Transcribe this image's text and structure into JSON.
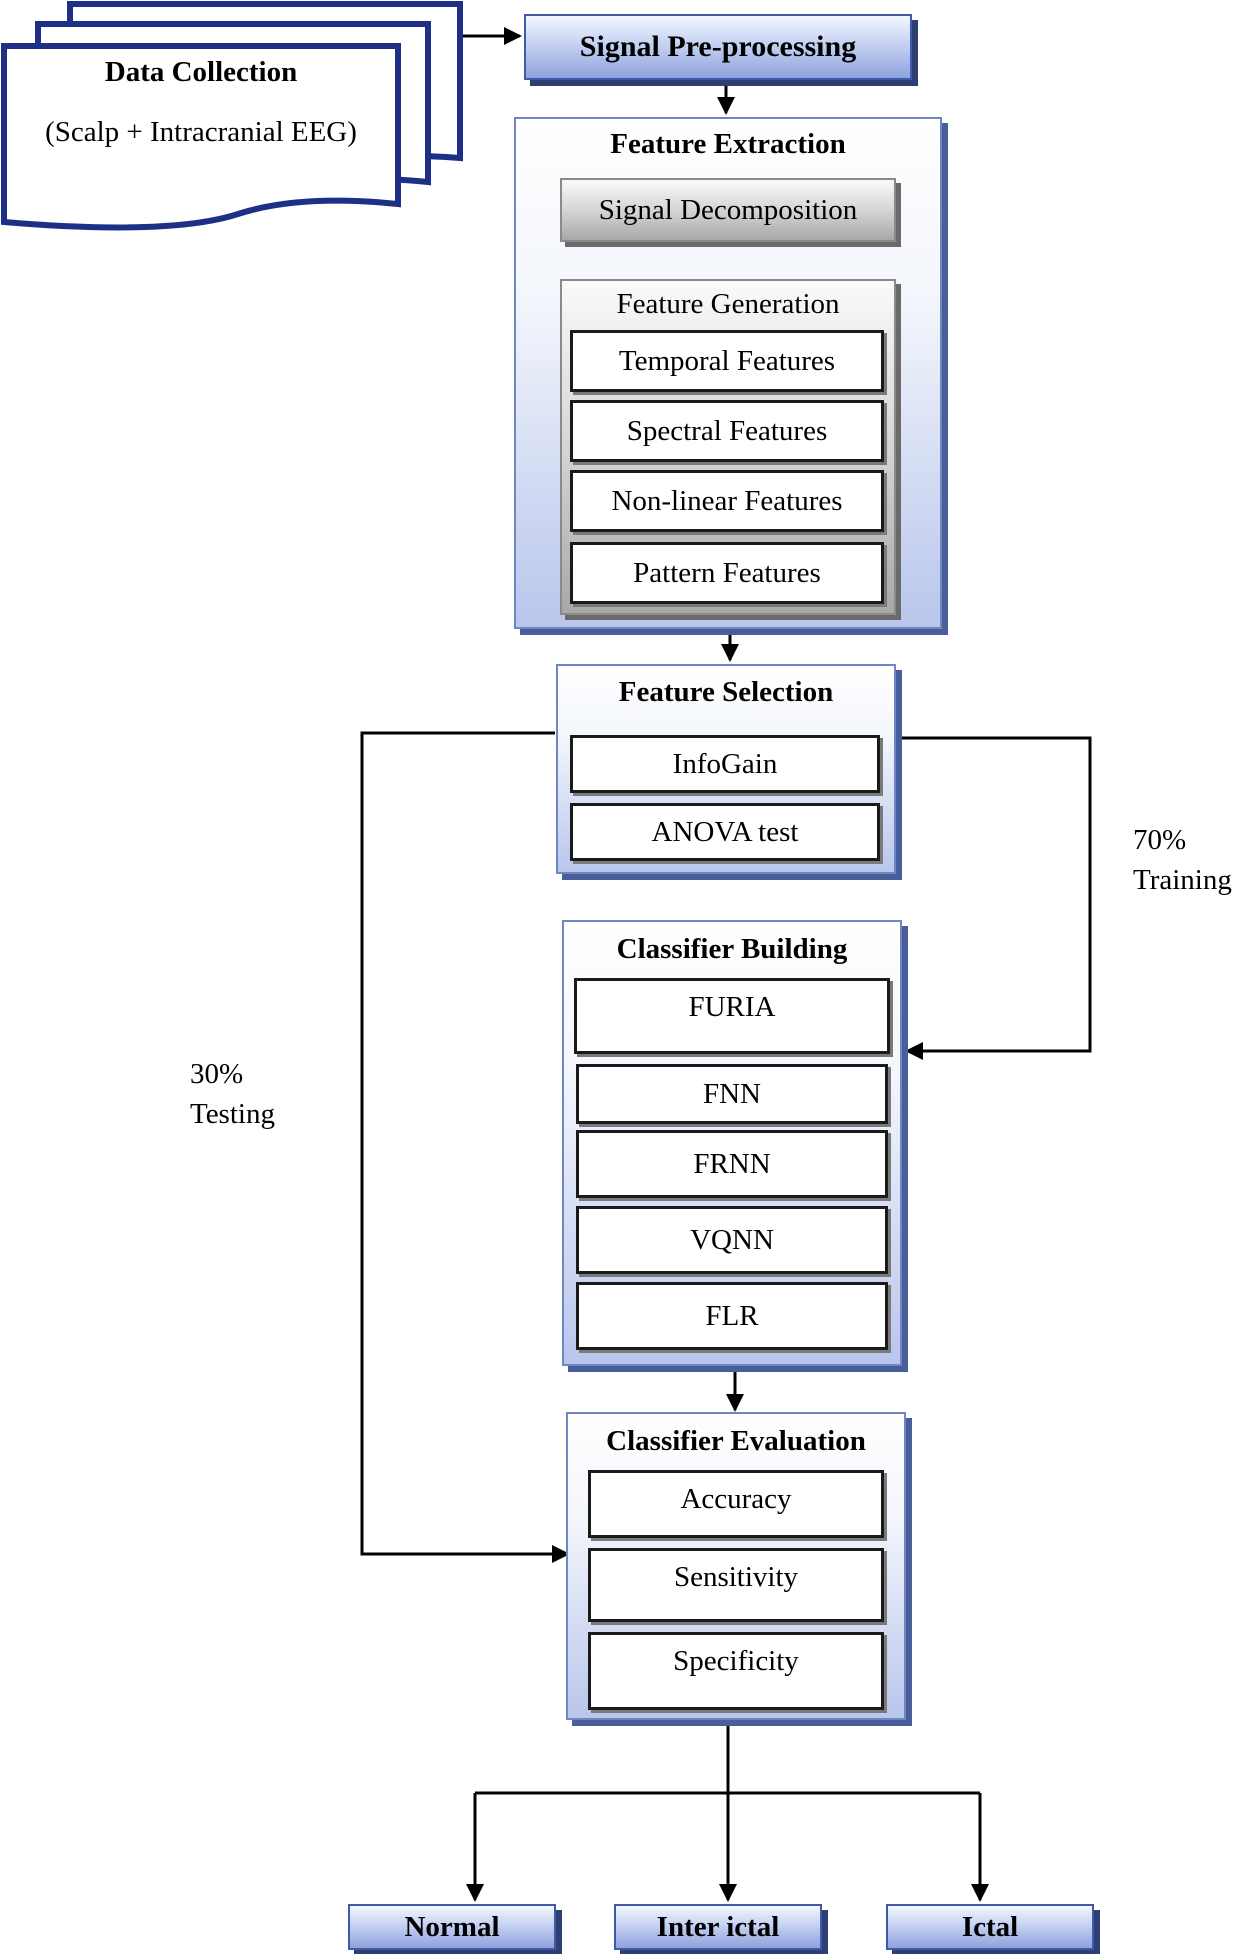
{
  "data_collection": {
    "title": "Data Collection",
    "subtitle": "(Scalp + Intracranial EEG)"
  },
  "preprocessing": {
    "label": "Signal Pre-processing"
  },
  "feature_extraction": {
    "title": "Feature Extraction",
    "decomposition": "Signal Decomposition",
    "generation": {
      "title": "Feature Generation",
      "items": [
        "Temporal Features",
        "Spectral Features",
        "Non-linear Features",
        "Pattern Features"
      ]
    }
  },
  "feature_selection": {
    "title": "Feature Selection",
    "items": [
      "InfoGain",
      "ANOVA test"
    ]
  },
  "split": {
    "training": [
      "70%",
      "Training"
    ],
    "testing": [
      "30%",
      "Testing"
    ]
  },
  "classifier_building": {
    "title": "Classifier Building",
    "items": [
      "FURIA",
      "FNN",
      "FRNN",
      "VQNN",
      "FLR"
    ]
  },
  "classifier_evaluation": {
    "title": "Classifier Evaluation",
    "items": [
      "Accuracy",
      "Sensitivity",
      "Specificity"
    ]
  },
  "outputs": [
    "Normal",
    "Inter ictal",
    "Ictal"
  ],
  "colors": {
    "box_border": "#3f5aa8",
    "panel_fill": "#b9c6ec",
    "line": "#000000"
  }
}
